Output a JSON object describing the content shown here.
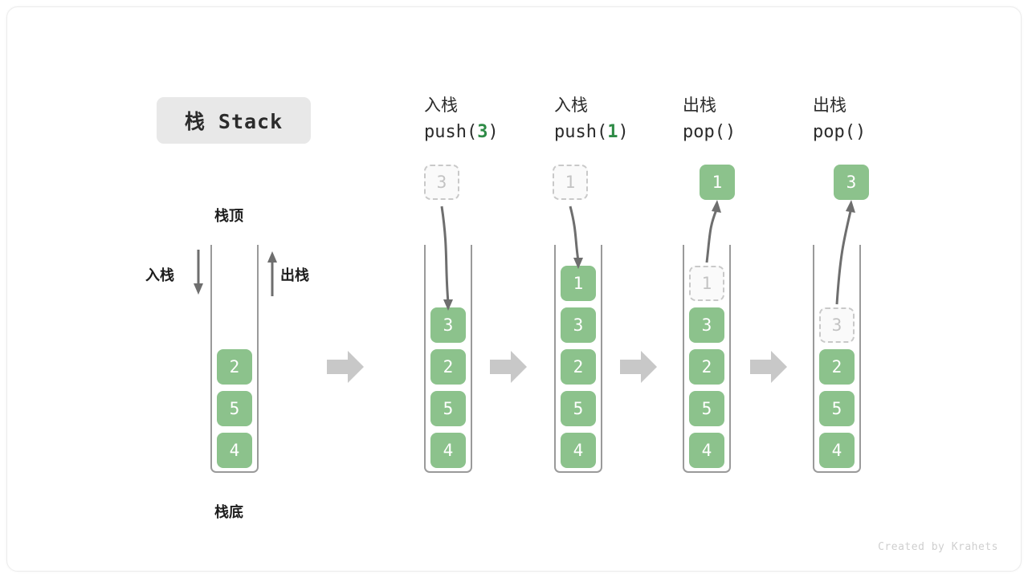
{
  "title": {
    "text": "栈 Stack"
  },
  "labels": {
    "top": "栈顶",
    "bottom": "栈底",
    "push": "入栈",
    "pop": "出栈"
  },
  "colors": {
    "element_fill": "#8cc28c",
    "element_text": "#ffffff",
    "ghost_border": "#c9c9c9",
    "ghost_text": "#c3c3c3",
    "accent_green": "#2e8b46",
    "arrow_gray": "#c8c8c8",
    "line_gray": "#6e6e6e",
    "badge_bg": "#e8e8e8"
  },
  "initial_stack": {
    "name": "initial",
    "elements": [
      "2",
      "5",
      "4"
    ]
  },
  "steps": [
    {
      "op_cn": "入栈",
      "op_code_prefix": "push(",
      "op_arg": "3",
      "op_code_suffix": ")",
      "floating": {
        "value": "3",
        "style": "ghost"
      },
      "arrow": "down",
      "stack": [
        "3",
        "2",
        "5",
        "4"
      ],
      "ghost_index": -1
    },
    {
      "op_cn": "入栈",
      "op_code_prefix": "push(",
      "op_arg": "1",
      "op_code_suffix": ")",
      "floating": {
        "value": "1",
        "style": "ghost"
      },
      "arrow": "down",
      "stack": [
        "1",
        "3",
        "2",
        "5",
        "4"
      ],
      "ghost_index": -1
    },
    {
      "op_cn": "出栈",
      "op_code_prefix": "pop(",
      "op_arg": "",
      "op_code_suffix": ")",
      "floating": {
        "value": "1",
        "style": "solid"
      },
      "arrow": "up",
      "stack": [
        "1",
        "3",
        "2",
        "5",
        "4"
      ],
      "ghost_index": 0
    },
    {
      "op_cn": "出栈",
      "op_code_prefix": "pop(",
      "op_arg": "",
      "op_code_suffix": ")",
      "floating": {
        "value": "3",
        "style": "solid"
      },
      "arrow": "up",
      "stack": [
        "3",
        "2",
        "5",
        "4"
      ],
      "ghost_index": 0
    }
  ],
  "footer": {
    "credit": "Created by Krahets"
  }
}
